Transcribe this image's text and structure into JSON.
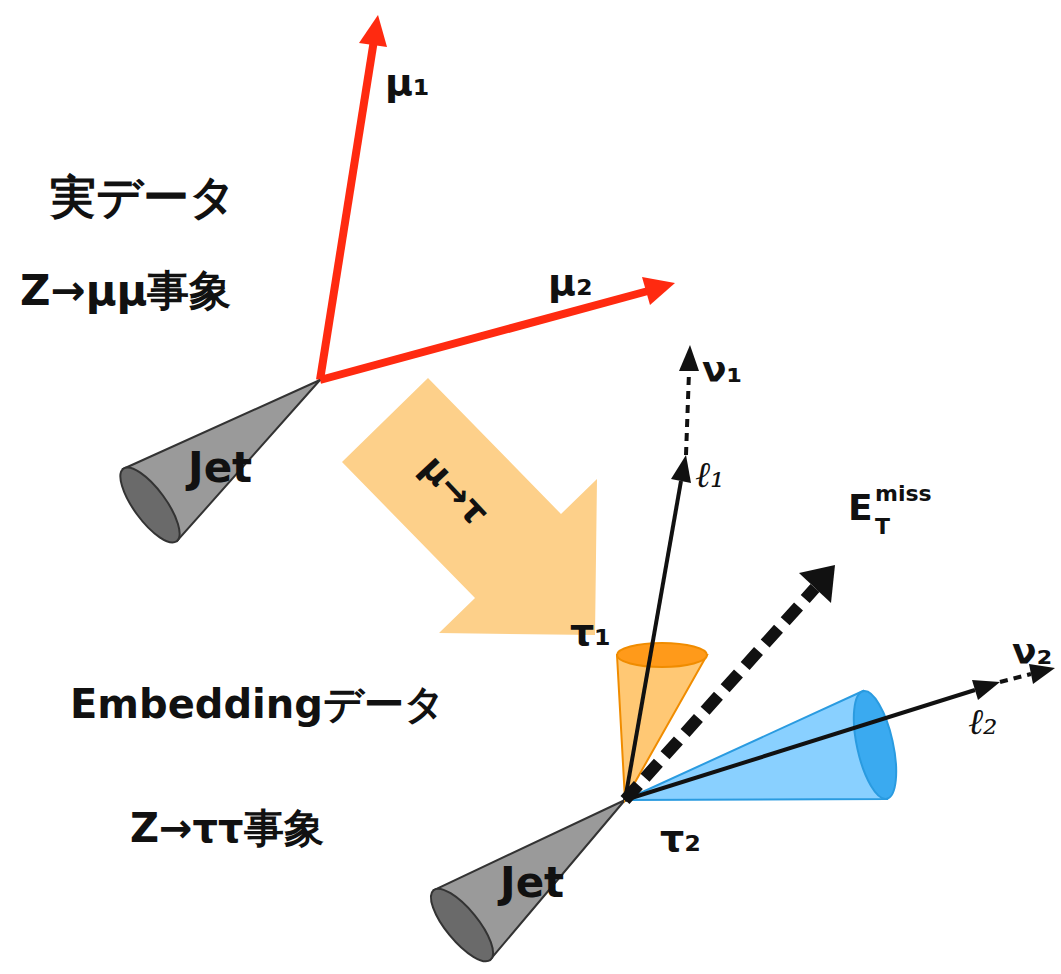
{
  "diagram": {
    "labels": [
      "μ₁",
      "実データ",
      "Z→μμ事象",
      "μ₂",
      "ν₁",
      "Jet",
      "μ→τ",
      "ℓ₁",
      "E",
      "T",
      "miss",
      "τ₁",
      "ν₂",
      "Embeddingデータ",
      "ℓ₂",
      "Z→ττ事象",
      "τ₂",
      "Jet"
    ]
  }
}
